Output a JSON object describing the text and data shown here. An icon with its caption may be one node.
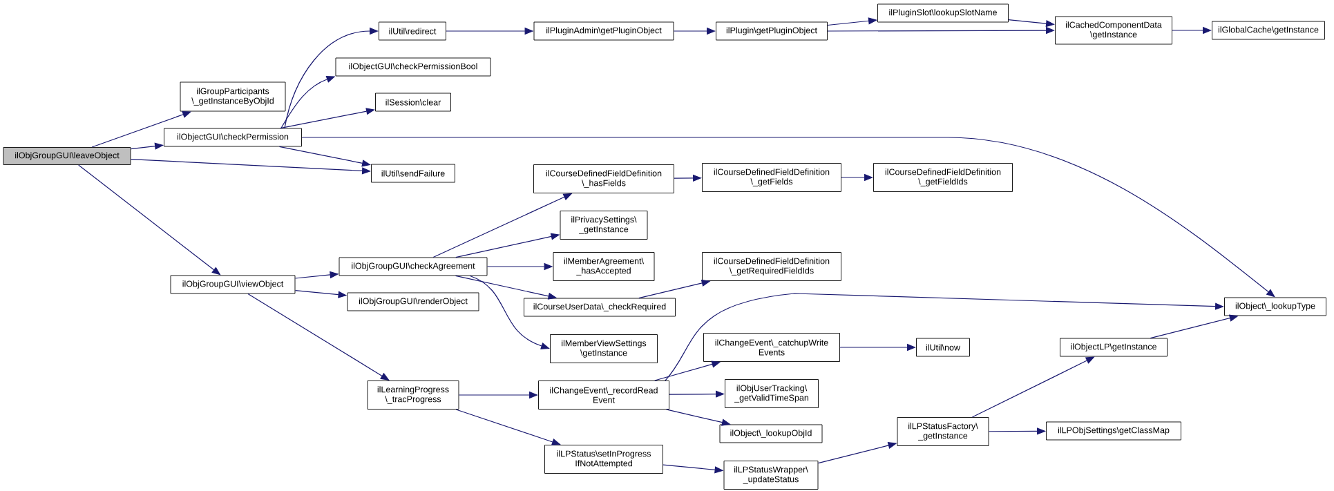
{
  "diagram": {
    "nodes": [
      {
        "text": [
          "ilObjGroupGUI\\leaveObject"
        ]
      },
      {
        "text": [
          "ilGroupParticipants \\_getInstanceByObjId"
        ]
      },
      {
        "text": [
          "ilObjectGUI\\checkPermission"
        ]
      },
      {
        "text": [
          "ilUtil\\redirect"
        ]
      },
      {
        "text": [
          "ilObjectGUI\\checkPermissionBool"
        ]
      },
      {
        "text": [
          "ilSession\\clear"
        ]
      },
      {
        "text": [
          "ilUtil\\sendFailure"
        ]
      },
      {
        "text": [
          "ilPluginAdmin\\getPluginObject"
        ]
      },
      {
        "text": [
          "ilPlugin\\getPluginObject"
        ]
      },
      {
        "text": [
          "ilPluginSlot\\lookupSlotName"
        ]
      },
      {
        "text": [
          "ilCachedComponentData \\getInstance"
        ]
      },
      {
        "text": [
          "ilGlobalCache\\getInstance"
        ]
      },
      {
        "text": [
          "ilCourseDefinedFieldDefinition \\_hasFields"
        ]
      },
      {
        "text": [
          "ilPrivacySettings\\ _getInstance"
        ]
      },
      {
        "text": [
          "ilCourseDefinedFieldDefinition \\_getFields"
        ]
      },
      {
        "text": [
          "ilCourseDefinedFieldDefinition \\_getFieldIds"
        ]
      },
      {
        "text": [
          "ilObjGroupGUI\\viewObject"
        ]
      },
      {
        "text": [
          "ilObjGroupGUI\\checkAgreement"
        ]
      },
      {
        "text": [
          "ilObjGroupGUI\\renderObject"
        ]
      },
      {
        "text": [
          "ilMemberAgreement\\ _hasAccepted"
        ]
      },
      {
        "text": [
          "ilCourseUserData\\_checkRequired"
        ]
      },
      {
        "text": [
          "ilMemberViewSettings \\getInstance"
        ]
      },
      {
        "text": [
          "ilLearningProgress \\_tracProgress"
        ]
      },
      {
        "text": [
          "ilChangeEvent\\_recordRead Event"
        ]
      },
      {
        "text": [
          "ilLPStatus\\setInProgress IfNotAttempted"
        ]
      },
      {
        "text": [
          "ilCourseDefinedFieldDefinition \\_getRequiredFieldIds"
        ]
      },
      {
        "text": [
          "ilObject\\_lookupType"
        ]
      },
      {
        "text": [
          "ilChangeEvent\\_catchupWrite Events"
        ]
      },
      {
        "text": [
          "ilUtil\\now"
        ]
      },
      {
        "text": [
          "ilObjectLP\\getInstance"
        ]
      },
      {
        "text": [
          "ilObjUserTracking\\ _getValidTimeSpan"
        ]
      },
      {
        "text": [
          "ilObject\\_lookupObjId"
        ]
      },
      {
        "text": [
          "ilLPStatusFactory\\ _getInstance"
        ]
      },
      {
        "text": [
          "ilLPObjSettings\\getClassMap"
        ]
      },
      {
        "text": [
          "ilLPStatusWrapper\\ _updateStatus"
        ]
      }
    ],
    "edges": [
      {
        "from": 0,
        "to": 1,
        "arrow": "to"
      },
      {
        "from": 0,
        "to": 2,
        "arrow": "to"
      },
      {
        "from": 0,
        "to": 6,
        "arrow": "to"
      },
      {
        "from": 0,
        "to": 16,
        "arrow": "to"
      },
      {
        "from": 2,
        "to": 3,
        "arrow": "to"
      },
      {
        "from": 2,
        "to": 4,
        "arrow": "to"
      },
      {
        "from": 2,
        "to": 5,
        "arrow": "to"
      },
      {
        "from": 2,
        "to": 26,
        "arrow": "to"
      },
      {
        "from": 2,
        "to": 6,
        "arrow": "to"
      },
      {
        "from": 3,
        "to": 7,
        "arrow": "to"
      },
      {
        "from": 7,
        "to": 8,
        "arrow": "to"
      },
      {
        "from": 8,
        "to": 9,
        "arrow": "to"
      },
      {
        "from": 8,
        "to": 10,
        "arrow": "to"
      },
      {
        "from": 9,
        "to": 10,
        "arrow": "to"
      },
      {
        "from": 10,
        "to": 11,
        "arrow": "to"
      },
      {
        "from": 12,
        "to": 14,
        "arrow": "to"
      },
      {
        "from": 14,
        "to": 15,
        "arrow": "to"
      },
      {
        "from": 16,
        "to": 17,
        "arrow": "to"
      },
      {
        "from": 16,
        "to": 18,
        "arrow": "to"
      },
      {
        "from": 16,
        "to": 22,
        "arrow": "to"
      },
      {
        "from": 17,
        "to": 12,
        "arrow": "to"
      },
      {
        "from": 17,
        "to": 13,
        "arrow": "to"
      },
      {
        "from": 17,
        "to": 19,
        "arrow": "to"
      },
      {
        "from": 17,
        "to": 20,
        "arrow": "to"
      },
      {
        "from": 17,
        "to": 21,
        "arrow": "to"
      },
      {
        "from": 20,
        "to": 25,
        "arrow": "to"
      },
      {
        "from": 22,
        "to": 23,
        "arrow": "to"
      },
      {
        "from": 22,
        "to": 24,
        "arrow": "to"
      },
      {
        "from": 23,
        "to": 26,
        "arrow": "to"
      },
      {
        "from": 23,
        "to": 27,
        "arrow": "to"
      },
      {
        "from": 23,
        "to": 30,
        "arrow": "to"
      },
      {
        "from": 23,
        "to": 31,
        "arrow": "to"
      },
      {
        "from": 27,
        "to": 28,
        "arrow": "to"
      },
      {
        "from": 24,
        "to": 34,
        "arrow": "to"
      },
      {
        "from": 34,
        "to": 32,
        "arrow": "to"
      },
      {
        "from": 32,
        "to": 29,
        "arrow": "to"
      },
      {
        "from": 32,
        "to": 33,
        "arrow": "to"
      },
      {
        "from": 29,
        "to": 26,
        "arrow": "to"
      }
    ]
  }
}
